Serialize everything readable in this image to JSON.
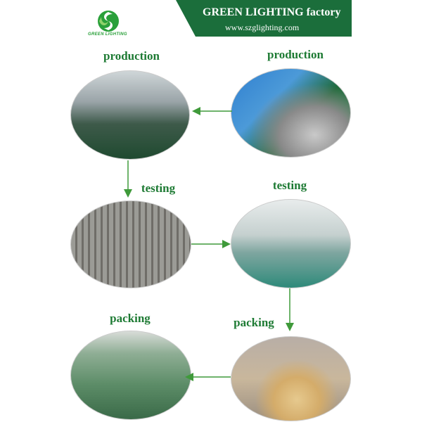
{
  "header": {
    "title": "GREEN LIGHTING factory",
    "url": "www.szglighting.com",
    "logo_text": "GREEN LIGHTING"
  },
  "steps": [
    {
      "label": "production",
      "photo": "production-line-photo"
    },
    {
      "label": "production",
      "photo": "assembly-workers-photo"
    },
    {
      "label": "testing",
      "photo": "aging-test-racks-photo"
    },
    {
      "label": "testing",
      "photo": "testing-workshop-photo"
    },
    {
      "label": "packing",
      "photo": "warehouse-cartons-photo"
    },
    {
      "label": "packing",
      "photo": "packing-area-photo"
    }
  ],
  "colors": {
    "brand_green": "#1b6e3b",
    "label_green": "#1d7a33",
    "arrow_green": "#3f9a3a"
  }
}
